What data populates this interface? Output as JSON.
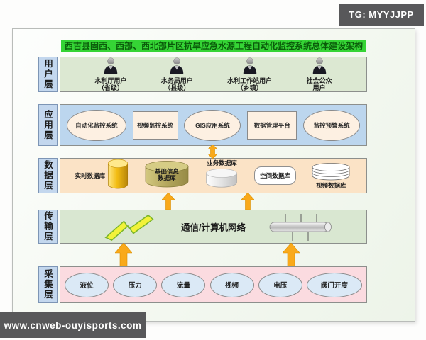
{
  "watermarks": {
    "top_right": "TG: MYYJJPP",
    "bottom_left": "www.cnweb-ouyisports.com"
  },
  "title": "西吉县固西、西部、西北部片区抗旱应急水源工程自动化监控系统总体建设架构",
  "layers": {
    "user": {
      "label": "用户层",
      "users": [
        {
          "name": "水利厅用户",
          "sub": "（省级）",
          "icon": "business-person-icon"
        },
        {
          "name": "水务局用户",
          "sub": "（县级）",
          "icon": "business-person-icon"
        },
        {
          "name": "水利工作站用户",
          "sub": "（乡镇）",
          "icon": "business-person-icon"
        },
        {
          "name": "社会公众",
          "sub": "用户",
          "icon": "business-person-icon"
        }
      ]
    },
    "application": {
      "label": "应用层",
      "systems": [
        {
          "label": "自动化监控系统",
          "shape": "ellipse"
        },
        {
          "label": "视频监控系统",
          "shape": "rect"
        },
        {
          "label": "GIS应用系统",
          "shape": "ellipse"
        },
        {
          "label": "数据管理平台",
          "shape": "rect"
        },
        {
          "label": "监控预警系统",
          "shape": "ellipse"
        }
      ]
    },
    "data": {
      "label": "数据层",
      "databases": [
        {
          "label": "实时数据库",
          "icon": "gold-cylinder-icon"
        },
        {
          "label_line1": "基础信息",
          "label_line2": "数据库",
          "icon": "olive-cylinder-icon"
        },
        {
          "label": "业务数据库",
          "icon": "silver-cylinder-icon"
        },
        {
          "label": "空间数据库",
          "icon": "rounded-box"
        },
        {
          "label": "视频数据库",
          "icon": "disc-stack-icon"
        }
      ]
    },
    "transmission": {
      "label": "传输层",
      "network_label": "通信/计算机网络",
      "icons": [
        "lightning-icon",
        "network-pipe-icon"
      ]
    },
    "collection": {
      "label": "采集层",
      "sensors": [
        "液位",
        "压力",
        "流量",
        "视频",
        "电压",
        "阀门开度"
      ]
    }
  },
  "colors": {
    "title_bg": "#35d435",
    "title_text": "#0a5c0a",
    "layer_label_bg": "#c3d7ee",
    "user_band": "#dce8d2",
    "app_band": "#bcd6ee",
    "data_band": "#fbe3c6",
    "trans_band": "#d9e7d1",
    "collect_band": "#fbdbe0",
    "shape_fill": "#fdf0e2",
    "sensor_fill": "#dbe9f6",
    "arrow": "#f9a91a",
    "badge_bg": "#58585a"
  }
}
